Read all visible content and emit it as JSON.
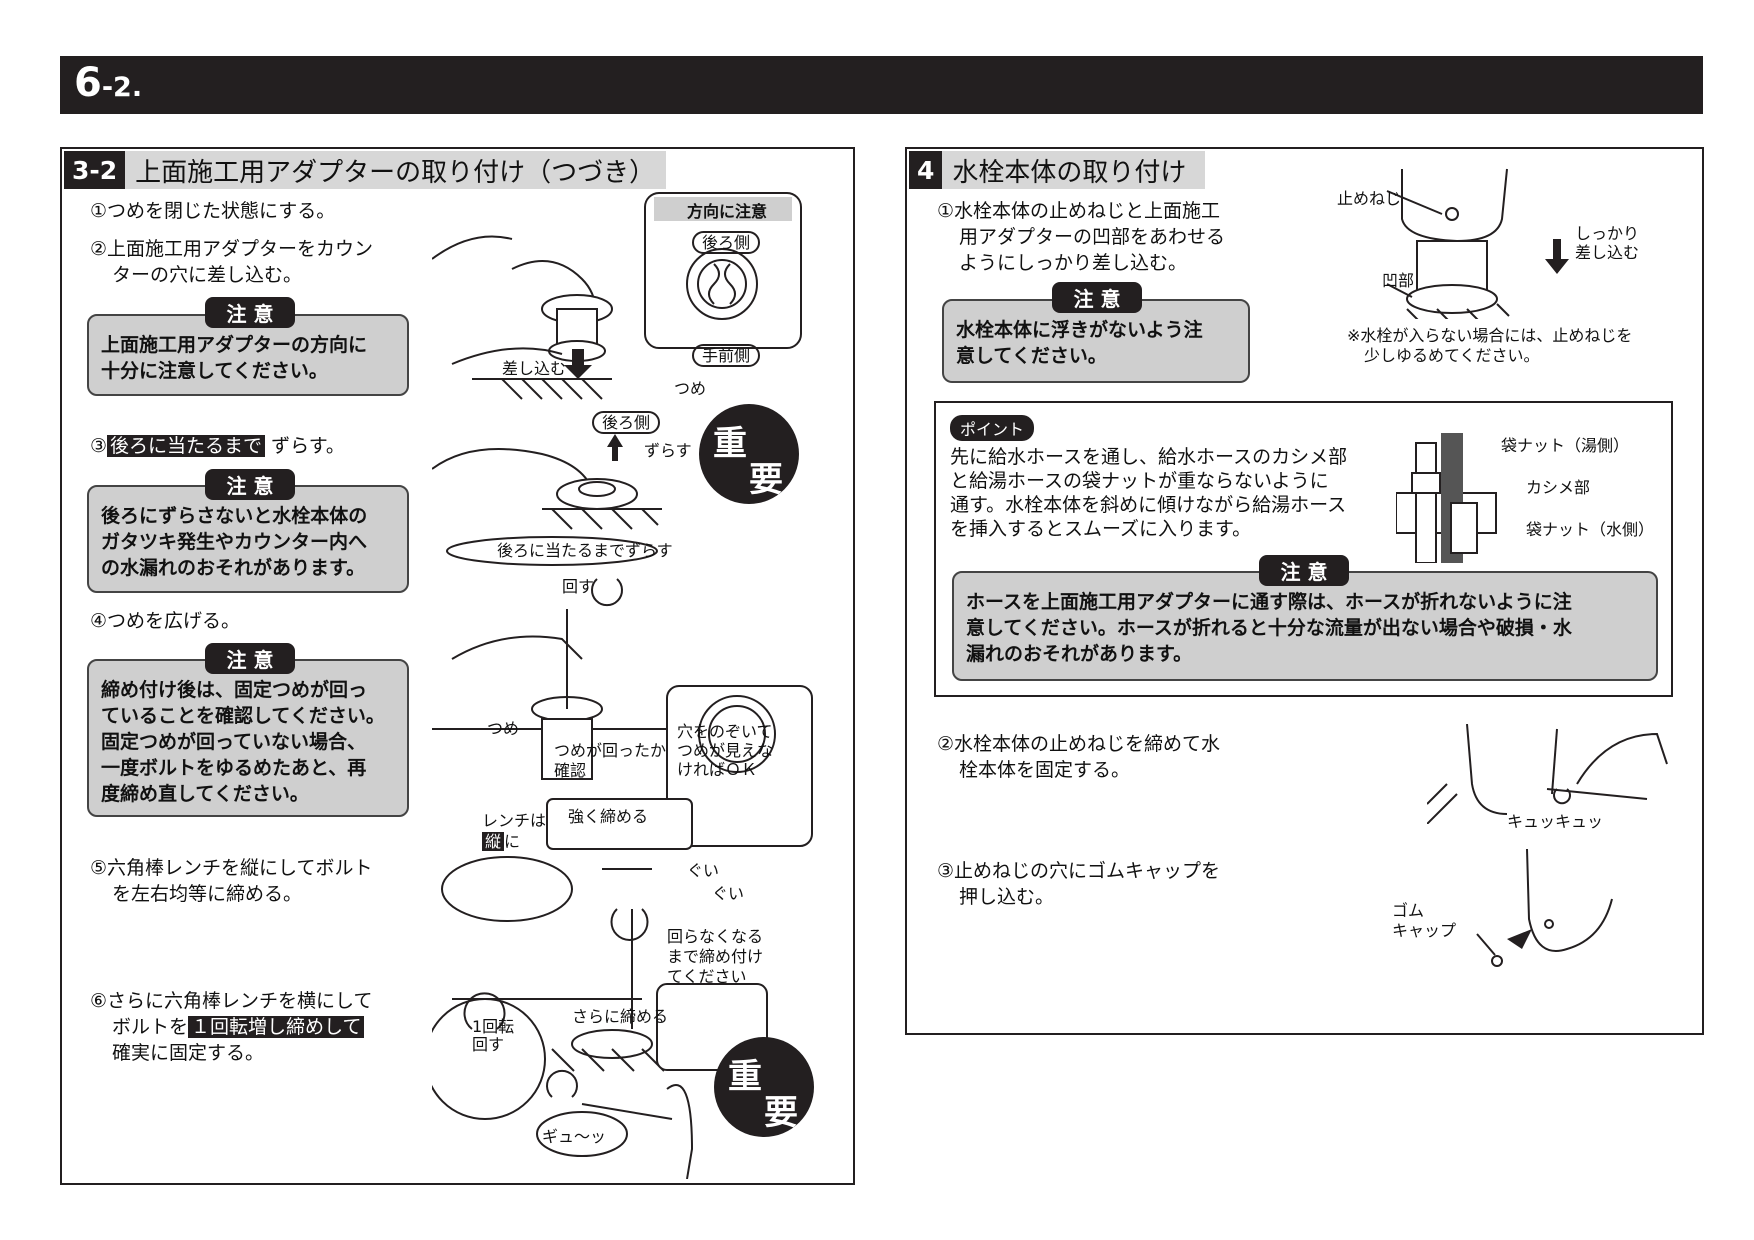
{
  "header": {
    "number_big": "6",
    "number_small": "-2."
  },
  "left_panel": {
    "section_number": "3-2",
    "section_title": "上面施工用アダプターの取り付け（つづき）",
    "step1": "①つめを閉じた状態にする。",
    "step2_line1": "②上面施工用アダプターをカウン",
    "step2_line2": "ターの穴に差し込む。",
    "caution_label": "注 意",
    "caution1_line1": "上面施工用アダプターの方向に",
    "caution1_line2": "十分に注意してください。",
    "step3_prefix": "③",
    "step3_highlight": "後ろに当たるまで",
    "step3_suffix": "ずらす。",
    "caution2_line1": "後ろにずらさないと水栓本体の",
    "caution2_line2": "ガタツキ発生やカウンター内へ",
    "caution2_line3": "の水漏れのおそれがあります。",
    "step4": "④つめを広げる。",
    "caution3_line1": "締め付け後は、固定つめが回っ",
    "caution3_line2": "ていることを確認してください。",
    "caution3_line3": "固定つめが回っていない場合、",
    "caution3_line4": "一度ボルトをゆるめたあと、再",
    "caution3_line5": "度締め直してください。",
    "step5_line1": "⑤六角棒レンチを縦にしてボルト",
    "step5_line2": "を左右均等に締める。",
    "step6_line1": "⑥さらに六角棒レンチを横にして",
    "step6_line2_prefix": "ボルトを",
    "step6_line2_highlight": "１回転増し締めして",
    "step6_line3": "確実に固定する。",
    "illustrations": {
      "direction_title": "方向に注意",
      "back_side": "後ろ側",
      "front_side": "手前側",
      "insert": "差し込む",
      "claw": "つめ",
      "back_side2": "後ろ側",
      "slide": "ずらす",
      "slide_until": "後ろに当たるまでずらす",
      "important_1": "重",
      "important_2": "要",
      "turn": "回す",
      "claw2": "つめ",
      "check_line1": "つめが回ったか",
      "check_line2": "確認",
      "peek_line1": "穴をのぞいて",
      "peek_line2": "つめが見えな",
      "peek_line3": "ければＯＫ",
      "wrench_line1": "レンチは",
      "wrench_vertical": "縦",
      "wrench_ni": "に",
      "tighten_strong": "強く締める",
      "gui1": "ぐい",
      "gui2": "ぐい",
      "until_line1": "回らなくなる",
      "until_line2": "まで締め付け",
      "until_line3": "てください",
      "one_turn_line1": "1回転",
      "one_turn_line2": "回す",
      "tighten_more": "さらに締める",
      "gyuu": "ギュ～ッ"
    }
  },
  "right_panel": {
    "section_number": "4",
    "section_title": "水栓本体の取り付け",
    "step1_line1": "①水栓本体の止めねじと上面施工",
    "step1_line2": "用アダプターの凹部をあわせる",
    "step1_line3": "ようにしっかり差し込む。",
    "caution_label": "注 意",
    "caution1_line1": "水栓本体に浮きがないよう注",
    "caution1_line2": "意してください。",
    "stop_screw": "止めねじ",
    "recess": "凹部",
    "firmly_line1": "しっかり",
    "firmly_line2": "差し込む",
    "note_line1": "※水栓が入らない場合には、止めねじを",
    "note_line2": "少しゆるめてください。",
    "point_label": "ポイント",
    "point_line1": "先に給水ホースを通し、給水ホースのカシメ部",
    "point_line2": "と給湯ホースの袋ナットが重ならないように",
    "point_line3": "通す。水栓本体を斜めに傾けながら給湯ホース",
    "point_line4": "を挿入するとスムーズに入ります。",
    "nut_hot": "袋ナット（湯側）",
    "crimp": "カシメ部",
    "nut_cold": "袋ナット（水側）",
    "caution2_line1": "ホースを上面施工用アダプターに通す際は、ホースが折れないように注",
    "caution2_line2": "意してください。ホースが折れると十分な流量が出ない場合や破損・水",
    "caution2_line3": "漏れのおそれがあります。",
    "step2_line1": "②水栓本体の止めねじを締めて水",
    "step2_line2": "栓本体を固定する。",
    "kyukkyu": "キュッキュッ",
    "step3_line1": "③止めねじの穴にゴムキャップを",
    "step3_line2": "押し込む。",
    "rubber_cap_line1": "ゴム",
    "rubber_cap_line2": "キャップ"
  }
}
